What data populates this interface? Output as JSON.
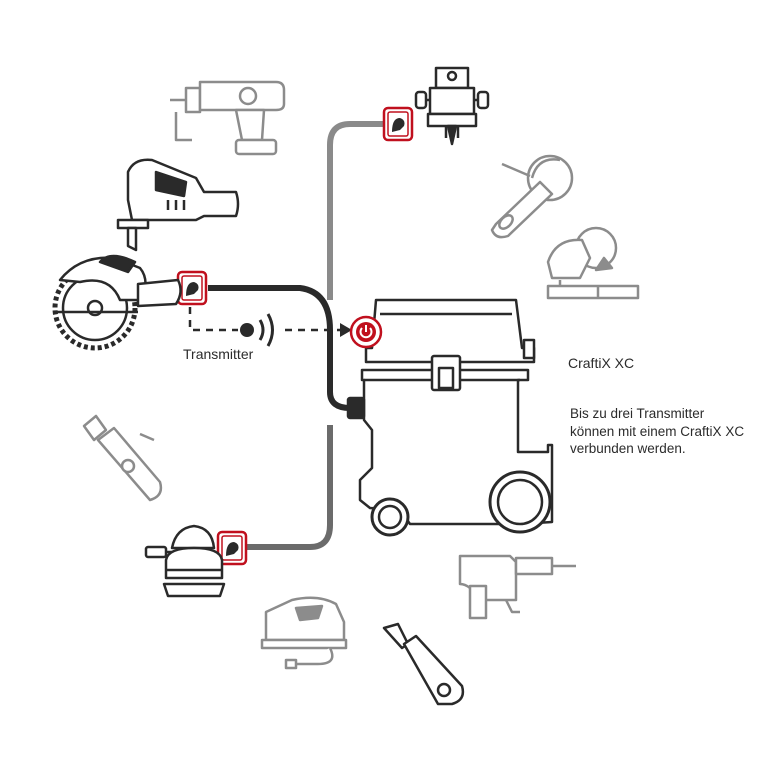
{
  "labels": {
    "transmitter": "Transmitter",
    "product_name": "CraftiX XC",
    "description": "Bis zu drei Transmitter können mit einem CraftiX XC verbunden werden."
  },
  "colors": {
    "tool_grey": "#8c8c8c",
    "outline_dark": "#2a2a2a",
    "hose_grey": "#666666",
    "accent_red": "#c0101e",
    "text": "#2b2b2b"
  },
  "icons": [
    "cordless-drill-icon",
    "jigsaw-icon",
    "circular-saw-icon",
    "router-icon",
    "angle-grinder-icon",
    "mitre-saw-icon",
    "die-grinder-icon",
    "orbital-sander-icon",
    "hammer-drill-icon",
    "planer-icon",
    "reciprocating-saw-icon",
    "wet-dry-vacuum-icon",
    "transmitter-module-icon",
    "signal-icon",
    "power-button-icon"
  ]
}
